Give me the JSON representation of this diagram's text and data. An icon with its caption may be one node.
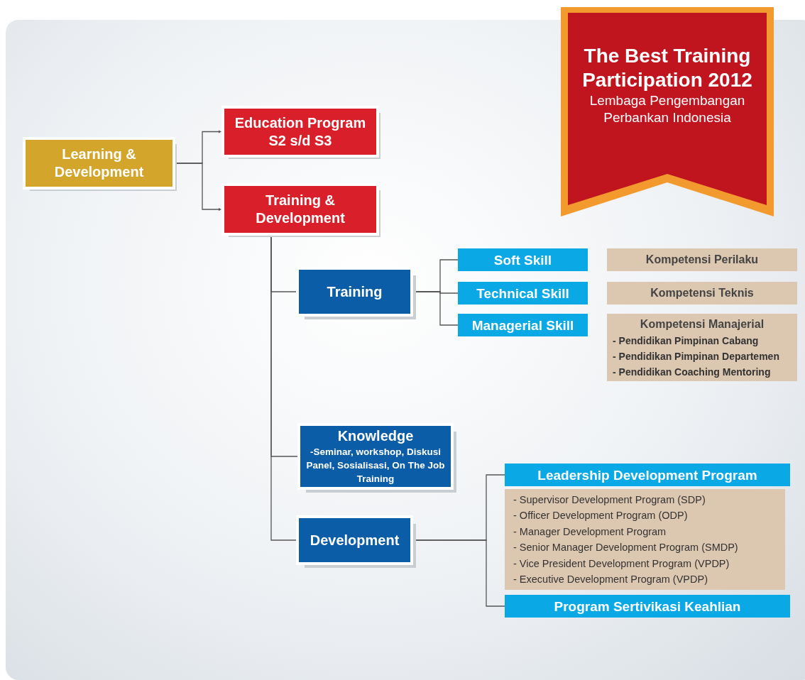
{
  "diagram": {
    "nodes": [
      {
        "text": [
          "Learning & Development"
        ]
      },
      {
        "text": [
          "Education Program S2 s/d S3"
        ]
      },
      {
        "text": [
          "Training & Development"
        ]
      },
      {
        "text": [
          "Training"
        ]
      },
      {
        "text": [
          "Soft Skill"
        ]
      },
      {
        "text": [
          "Technical Skill"
        ]
      },
      {
        "text": [
          "Managerial Skill"
        ]
      },
      {
        "text": [
          "Kompetensi Perilaku"
        ]
      },
      {
        "text": [
          "Kompetensi Teknis"
        ]
      },
      {
        "text": [
          "Kompetensi Manajerial",
          "- Pendidikan Pimpinan Cabang",
          "- Pendidikan Pimpinan Departemen",
          "- Pendidikan Coaching Mentoring"
        ]
      },
      {
        "text": [
          "Knowledge",
          "-Seminar, workshop, Diskusi Panel, Sosialisasi, On The Job Training"
        ]
      },
      {
        "text": [
          "Development"
        ]
      },
      {
        "text": [
          "Leadership Development Program"
        ]
      },
      {
        "text": [
          "- Supervisor Development Program (SDP)",
          "- Officer Development Program (ODP)",
          "- Manager Development Program",
          "- Senior Manager Development Program (SMDP)",
          "- Vice President Development Program (VPDP)",
          "- Executive Development Program (VPDP)"
        ]
      },
      {
        "text": [
          "Program Sertivikasi Keahlian"
        ]
      },
      {
        "text": [
          "The Best Training Participation 2012",
          "Lembaga Pengembangan Perbankan Indonesia"
        ]
      }
    ],
    "edges": [
      {
        "from": 0,
        "to": 1,
        "arrow": "to"
      },
      {
        "from": 0,
        "to": 2,
        "arrow": "to"
      },
      {
        "from": 2,
        "to": 3,
        "arrow": "none"
      },
      {
        "from": 2,
        "to": 10,
        "arrow": "none"
      },
      {
        "from": 2,
        "to": 11,
        "arrow": "none"
      },
      {
        "from": 3,
        "to": 4,
        "arrow": "none"
      },
      {
        "from": 3,
        "to": 5,
        "arrow": "none"
      },
      {
        "from": 3,
        "to": 6,
        "arrow": "none"
      },
      {
        "from": 11,
        "to": 12,
        "arrow": "none"
      },
      {
        "from": 11,
        "to": 14,
        "arrow": "none"
      }
    ]
  }
}
